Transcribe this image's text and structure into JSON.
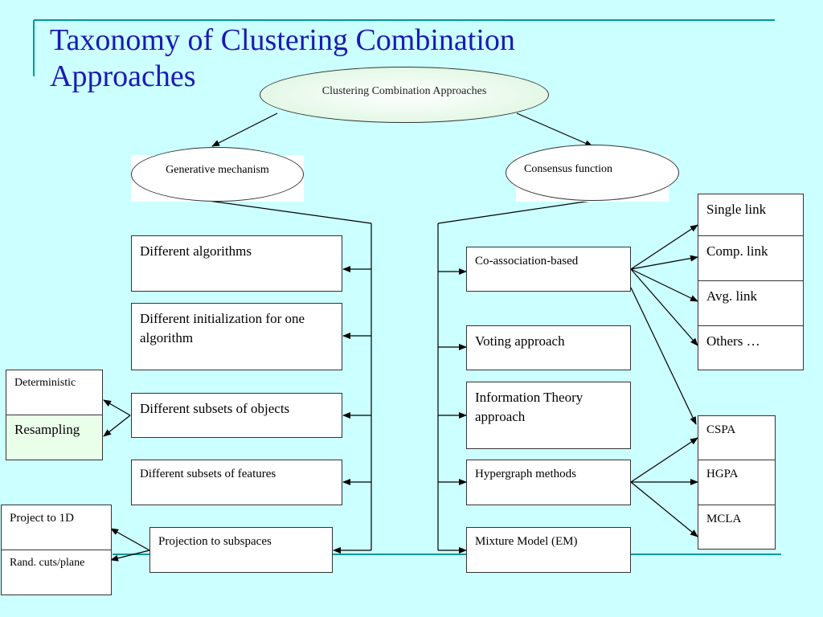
{
  "title": "Taxonomy of  Clustering Combination Approaches",
  "root": "Clustering Combination Approaches",
  "generative": {
    "label": "Generative mechanism",
    "items": [
      "Different algorithms",
      "Different initialization for one algorithm",
      "Different subsets of objects",
      "Different subsets of features",
      "Projection to subspaces"
    ],
    "objects_sub": [
      "Deterministic",
      "Resampling"
    ],
    "projection_sub": [
      "Project  to 1D",
      "Rand. cuts/plane"
    ]
  },
  "consensus": {
    "label": "Consensus function",
    "items": [
      "Co-association-based",
      "Voting approach",
      "Information Theory approach",
      "Hypergraph methods",
      "Mixture Model (EM)"
    ],
    "coassoc_sub": [
      "Single link",
      "Comp. link",
      "Avg. link",
      "Others …"
    ],
    "hypergraph_sub": [
      "CSPA",
      "HGPA",
      "MCLA"
    ]
  },
  "colors": {
    "background": "#ccffff",
    "title": "#1a1ab3",
    "accent_line": "#009999",
    "root_fill": "#e6ffe6",
    "resampling_fill": "#eaffea"
  }
}
